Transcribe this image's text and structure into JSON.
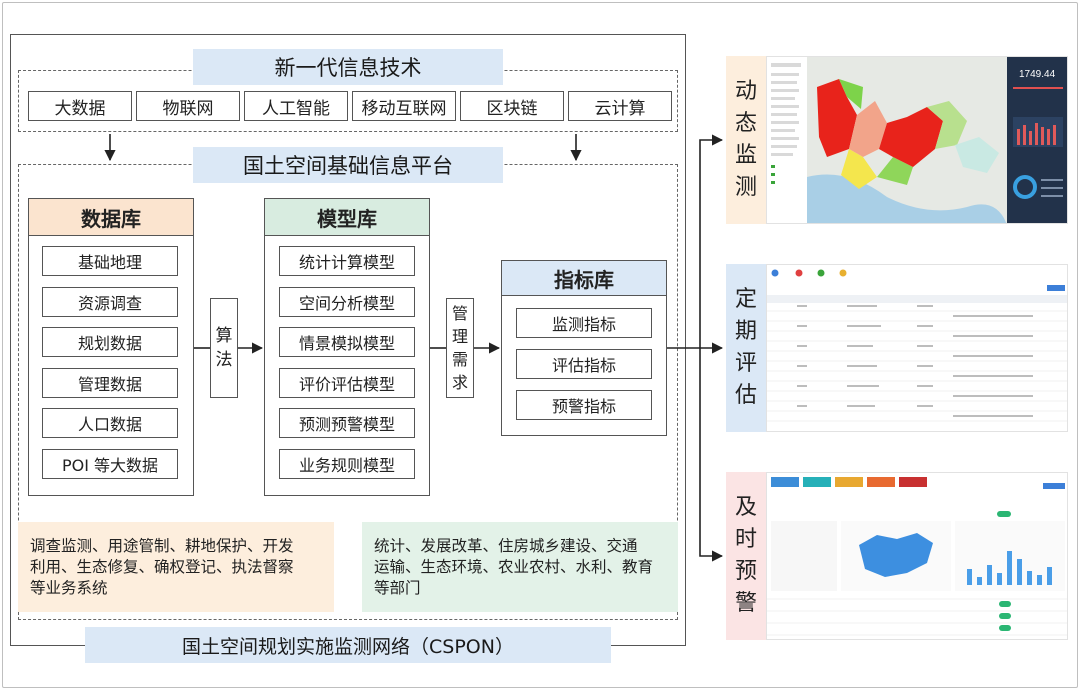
{
  "tech_banner": "新一代信息技术",
  "tech_items": [
    "大数据",
    "物联网",
    "人工智能",
    "移动互联网",
    "区块链",
    "云计算"
  ],
  "platform_banner": "国土空间基础信息平台",
  "database": {
    "title": "数据库",
    "items": [
      "基础地理",
      "资源调查",
      "规划数据",
      "管理数据",
      "人口数据",
      "POI 等大数据"
    ]
  },
  "algorithm_chars": [
    "算",
    "法"
  ],
  "model_library": {
    "title": "模型库",
    "items": [
      "统计计算模型",
      "空间分析模型",
      "情景模拟模型",
      "评价评估模型",
      "预测预警模型",
      "业务规则模型"
    ]
  },
  "demand_chars": [
    "管",
    "理",
    "需",
    "求"
  ],
  "indicator_library": {
    "title": "指标库",
    "items": [
      "监测指标",
      "评估指标",
      "预警指标"
    ]
  },
  "business_note": [
    "调查监测、用途管制、耕地保护、开发",
    "利用、生态修复、确权登记、执法督察",
    "等业务系统"
  ],
  "departments_note": [
    "统计、发展改革、住房城乡建设、交通",
    "运输、生态环境、农业农村、水利、教育",
    "等部门"
  ],
  "network_banner": "国土空间规划实施监测网络（CSPON）",
  "outputs": [
    {
      "chars": [
        "动",
        "态",
        "监",
        "测"
      ]
    },
    {
      "chars": [
        "定",
        "期",
        "评",
        "估"
      ]
    },
    {
      "chars": [
        "及",
        "时",
        "预",
        "警"
      ]
    }
  ],
  "monitor_panel_value": "1749.44",
  "colors": {
    "banner_blue": "#dbe8f6",
    "orange_head": "#fbe4cf",
    "green_head": "#d8ece0",
    "blue_head": "#dbe8f6",
    "orange_note": "#fdeedd",
    "green_note": "#e3f2e8"
  }
}
